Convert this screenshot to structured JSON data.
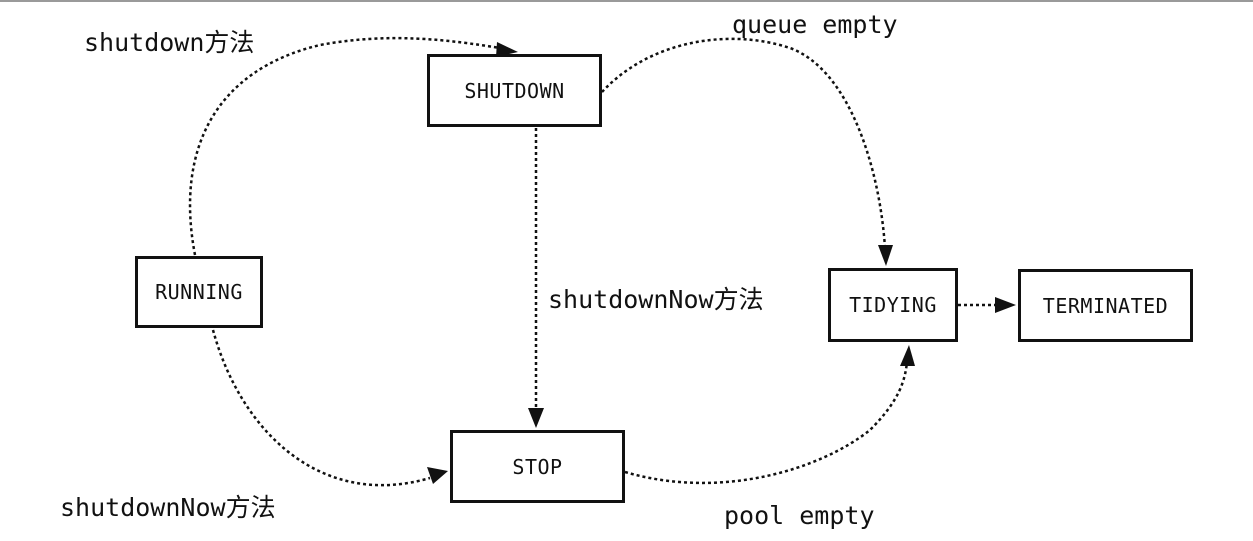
{
  "diagram": {
    "nodes": {
      "running": "RUNNING",
      "shutdown": "SHUTDOWN",
      "stop": "STOP",
      "tidying": "TIDYING",
      "terminated": "TERMINATED"
    },
    "edges": {
      "running_to_shutdown": "shutdown方法",
      "shutdown_to_tidying": "queue empty",
      "shutdown_to_stop": "shutdownNow方法",
      "running_to_stop": "shutdownNow方法",
      "stop_to_tidying": "pool empty"
    },
    "line_style": "dotted",
    "colors": {
      "stroke": "#111111",
      "background": "#ffffff"
    }
  }
}
